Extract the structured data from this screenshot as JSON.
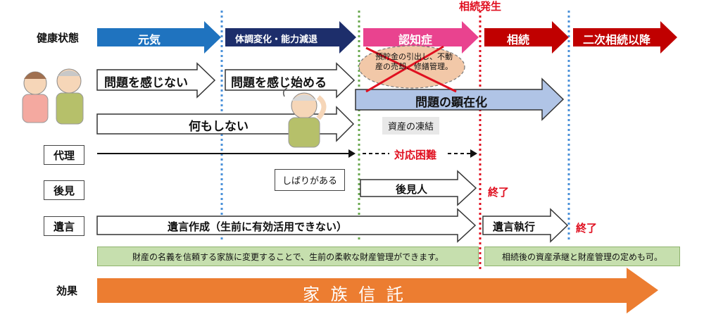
{
  "top_label": "相続発生",
  "row_labels": {
    "health": "健康状態",
    "effect": "効果"
  },
  "boxed_labels": {
    "proxy": "代理",
    "guardian": "後見",
    "will": "遺言"
  },
  "stages": [
    "元気",
    "体調変化・能力減退",
    "認知症",
    "相続",
    "二次相続以降"
  ],
  "arrows": {
    "no_problem": "問題を感じない",
    "start_feel": "問題を感じ始める",
    "surfaced": "問題の顕在化",
    "do_nothing": "何もしない",
    "guardian_person": "後見人",
    "will_creation": "遺言作成（生前に有効活用できない）",
    "will_execution": "遺言執行"
  },
  "bubble": "預貯金の引出し、不動産の売却、修繕管理。",
  "asset_freeze": "資産の凍結",
  "proxy_difficult": "対応困難",
  "restriction": "しばりがある",
  "end1": "終了",
  "end2": "終了",
  "note_left": "財産の名義を信頼する家族に変更することで、生前の柔軟な財産管理ができます。",
  "note_right": "相続後の資産承継と財産管理の定めも可。",
  "trust": "家 族 信 託",
  "colors": {
    "stage1": "#1f73bf",
    "stage2": "#1d2e6b",
    "stage3": "#e9438f",
    "stage4": "#c00000",
    "stage5": "#c00000",
    "surfaced": "#b0c4e6",
    "effect": "#ec7d31",
    "red": "#e01020",
    "green_band": "#c6dfae"
  }
}
